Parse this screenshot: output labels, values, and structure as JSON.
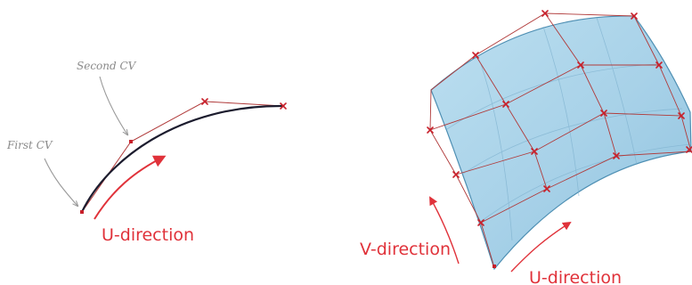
{
  "curve_diagram": {
    "first_cv_label": "First CV",
    "second_cv_label": "Second CV",
    "u_direction_label": "U-direction"
  },
  "surface_diagram": {
    "v_direction_label": "V-direction",
    "u_direction_label": "U-direction"
  },
  "colors": {
    "surface_fill": "#a9d3ea",
    "surface_edge": "#4e8fb3",
    "hull_line": "#b03a3a",
    "cv_marker": "#c8202b",
    "curve": "#1c1c2e",
    "arrow_red": "#e0323a",
    "arrow_gray": "#9a9a9a",
    "label_gray": "#8a8a8a"
  }
}
